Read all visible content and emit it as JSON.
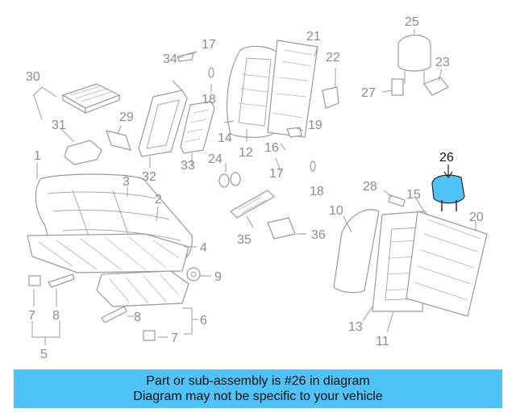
{
  "diagram": {
    "callouts": [
      {
        "id": "c1",
        "text": "1"
      },
      {
        "id": "c2",
        "text": "2"
      },
      {
        "id": "c3",
        "text": "3"
      },
      {
        "id": "c4",
        "text": "4"
      },
      {
        "id": "c5",
        "text": "5"
      },
      {
        "id": "c6",
        "text": "6"
      },
      {
        "id": "c7a",
        "text": "7"
      },
      {
        "id": "c7b",
        "text": "7"
      },
      {
        "id": "c8a",
        "text": "8"
      },
      {
        "id": "c8b",
        "text": "8"
      },
      {
        "id": "c9",
        "text": "9"
      },
      {
        "id": "c10",
        "text": "10"
      },
      {
        "id": "c11",
        "text": "11"
      },
      {
        "id": "c12",
        "text": "12"
      },
      {
        "id": "c13",
        "text": "13"
      },
      {
        "id": "c14",
        "text": "14"
      },
      {
        "id": "c15",
        "text": "15"
      },
      {
        "id": "c16",
        "text": "16"
      },
      {
        "id": "c17a",
        "text": "17"
      },
      {
        "id": "c17b",
        "text": "17"
      },
      {
        "id": "c18a",
        "text": "18"
      },
      {
        "id": "c18b",
        "text": "18"
      },
      {
        "id": "c19",
        "text": "19"
      },
      {
        "id": "c20",
        "text": "20"
      },
      {
        "id": "c21",
        "text": "21"
      },
      {
        "id": "c22",
        "text": "22"
      },
      {
        "id": "c23",
        "text": "23"
      },
      {
        "id": "c24",
        "text": "24"
      },
      {
        "id": "c25",
        "text": "25"
      },
      {
        "id": "c26",
        "text": "26"
      },
      {
        "id": "c27",
        "text": "27"
      },
      {
        "id": "c28",
        "text": "28"
      },
      {
        "id": "c29",
        "text": "29"
      },
      {
        "id": "c30",
        "text": "30"
      },
      {
        "id": "c31",
        "text": "31"
      },
      {
        "id": "c32",
        "text": "32"
      },
      {
        "id": "c33",
        "text": "33"
      },
      {
        "id": "c34",
        "text": "34"
      },
      {
        "id": "c35",
        "text": "35"
      },
      {
        "id": "c36",
        "text": "36"
      }
    ],
    "highlighted_part": "26",
    "highlight_color": "#4fc3f7"
  },
  "footer": {
    "line1": "Part or sub-assembly is #26 in diagram",
    "line2": "Diagram may not be specific to your vehicle",
    "background": "#4fc3f7"
  }
}
